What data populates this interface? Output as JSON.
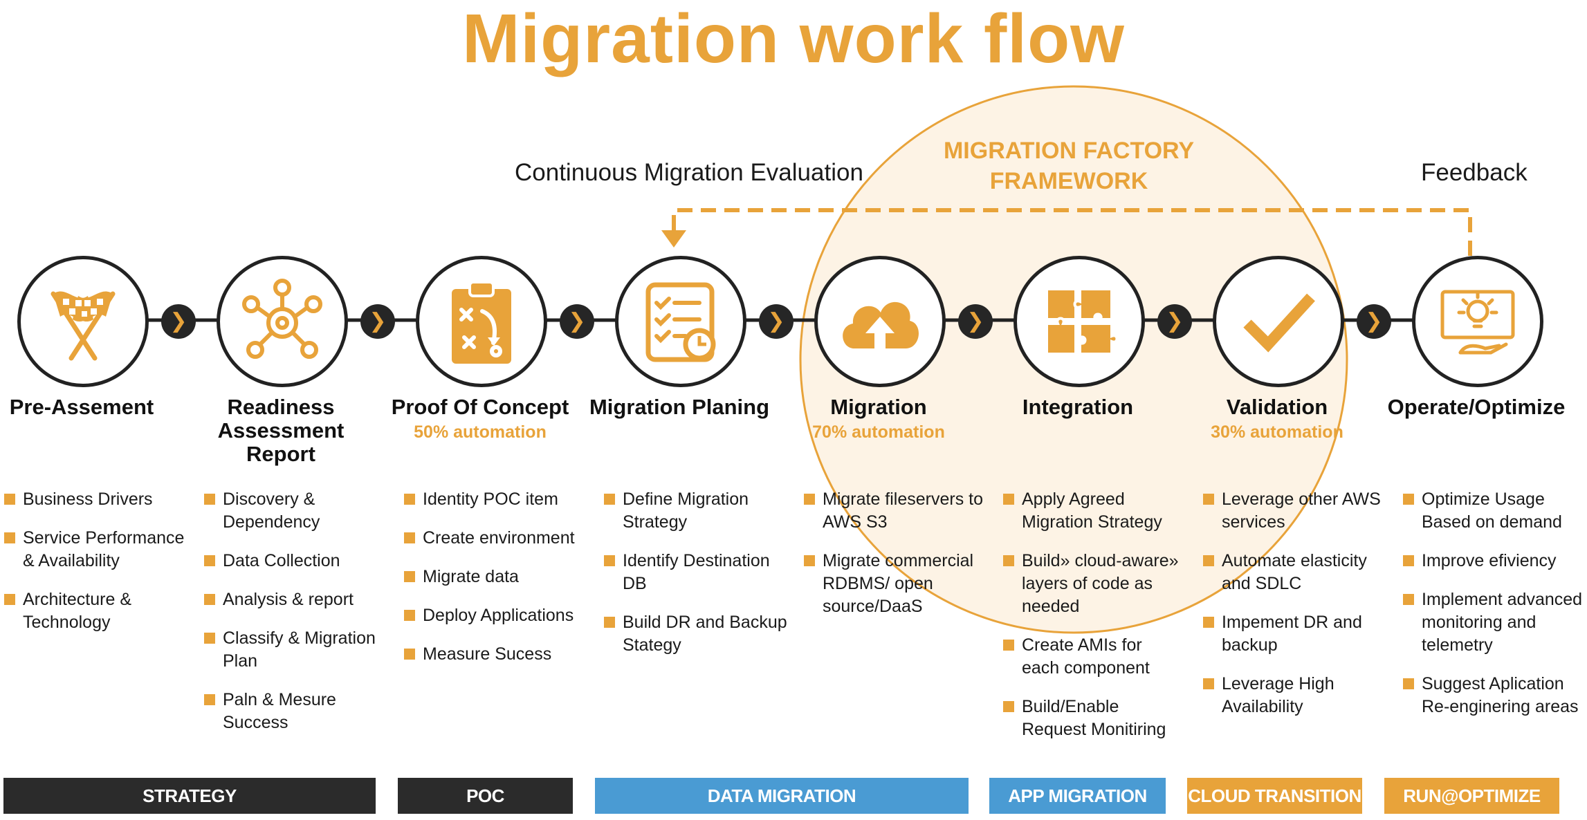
{
  "title": "Migration work flow",
  "loop": {
    "left_caption": "Continuous Migration Evaluation",
    "right_caption": "Feedback"
  },
  "factory": {
    "line1": "MIGRATION FACTORY",
    "line2": "FRAMEWORK"
  },
  "colors": {
    "accent": "#e8a33a",
    "dark": "#262626",
    "blue": "#4a9bd3",
    "ring": "#222222"
  },
  "arrow_glyph": "❯",
  "stages": [
    {
      "icon": "checkered-flags-icon",
      "title": "Pre-Assement",
      "automation": "",
      "bullets": [
        "Business Drivers",
        "Service Performance & Availability",
        "Architecture & Technology"
      ]
    },
    {
      "icon": "network-hub-icon",
      "title": "Readiness Assessment Report",
      "automation": "",
      "bullets": [
        "Discovery & Dependency",
        "Data Collection",
        "Analysis & report",
        "Classify & Migration Plan",
        "Paln & Mesure Success"
      ]
    },
    {
      "icon": "clipboard-strategy-icon",
      "title": "Proof Of Concept",
      "automation": "50% automation",
      "bullets": [
        "Identity POC item",
        "Create environment",
        "Migrate data",
        "Deploy Applications",
        "Measure Sucess"
      ]
    },
    {
      "icon": "checklist-clock-icon",
      "title": "Migration Planing",
      "automation": "",
      "bullets": [
        "Define Migration Strategy",
        "Identify Destination DB",
        "Build DR and Backup Stategy"
      ]
    },
    {
      "icon": "cloud-upload-icon",
      "title": "Migration",
      "automation": "70% automation",
      "bullets": [
        "Migrate fileservers to AWS S3",
        "Migrate commercial RDBMS/ open source/DaaS"
      ]
    },
    {
      "icon": "puzzle-icon",
      "title": "Integration",
      "automation": "",
      "bullets": [
        "Apply Agreed Migration Strategy",
        "Build» cloud-aware» layers of code as needed",
        "Create AMIs for each component",
        "Build/Enable Request Monitiring"
      ]
    },
    {
      "icon": "checkmark-icon",
      "title": "Validation",
      "automation": "30% automation",
      "bullets": [
        "Leverage other AWS services",
        "Automate elasticity and SDLC",
        "Impement DR and backup",
        "Leverage High Availability"
      ]
    },
    {
      "icon": "monitor-lightbulb-icon",
      "title": "Operate/Optimize",
      "automation": "",
      "bullets": [
        "Optimize Usage Based on demand",
        "Improve efiviency",
        "Implement advanced monitoring and telemetry",
        "Suggest Aplication Re-enginering areas"
      ]
    }
  ],
  "phases": [
    {
      "label": "STRATEGY",
      "color": "#2b2b2b"
    },
    {
      "label": "POC",
      "color": "#2b2b2b"
    },
    {
      "label": "DATA MIGRATION",
      "color": "#4a9bd3"
    },
    {
      "label": "APP MIGRATION",
      "color": "#4a9bd3"
    },
    {
      "label": "CLOUD TRANSITION",
      "color": "#e8a33a"
    },
    {
      "label": "RUN@OPTIMIZE",
      "color": "#e8a33a"
    }
  ]
}
